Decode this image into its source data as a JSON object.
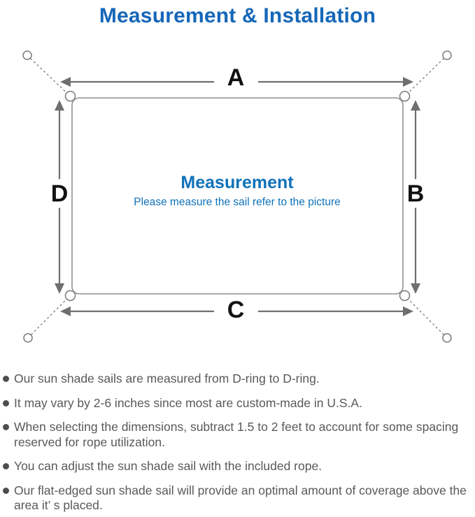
{
  "page": {
    "title": "Measurement & Installation"
  },
  "diagram": {
    "labels": {
      "a": "A",
      "b": "B",
      "c": "C",
      "d": "D"
    },
    "center_title": "Measurement",
    "center_subtitle": "Please measure the sail refer to the picture"
  },
  "notes": [
    "Our sun shade sails are measured from D-ring to D-ring.",
    "It may vary by 2-6 inches since most are custom-made in U.S.A.",
    "When selecting the dimensions, subtract 1.5 to 2 feet to account for some spacing reserved for rope utilization.",
    "You can adjust the sun shade sail with the included rope.",
    "Our flat-edged sun shade sail will provide an optimal amount of coverage above the area it’ s placed."
  ],
  "colors": {
    "title_blue": "#1567b8",
    "center_blue": "#0f72ba",
    "arrow_gray": "#6f6f6f",
    "outline_gray": "#909090",
    "note_text_gray": "#595959"
  }
}
